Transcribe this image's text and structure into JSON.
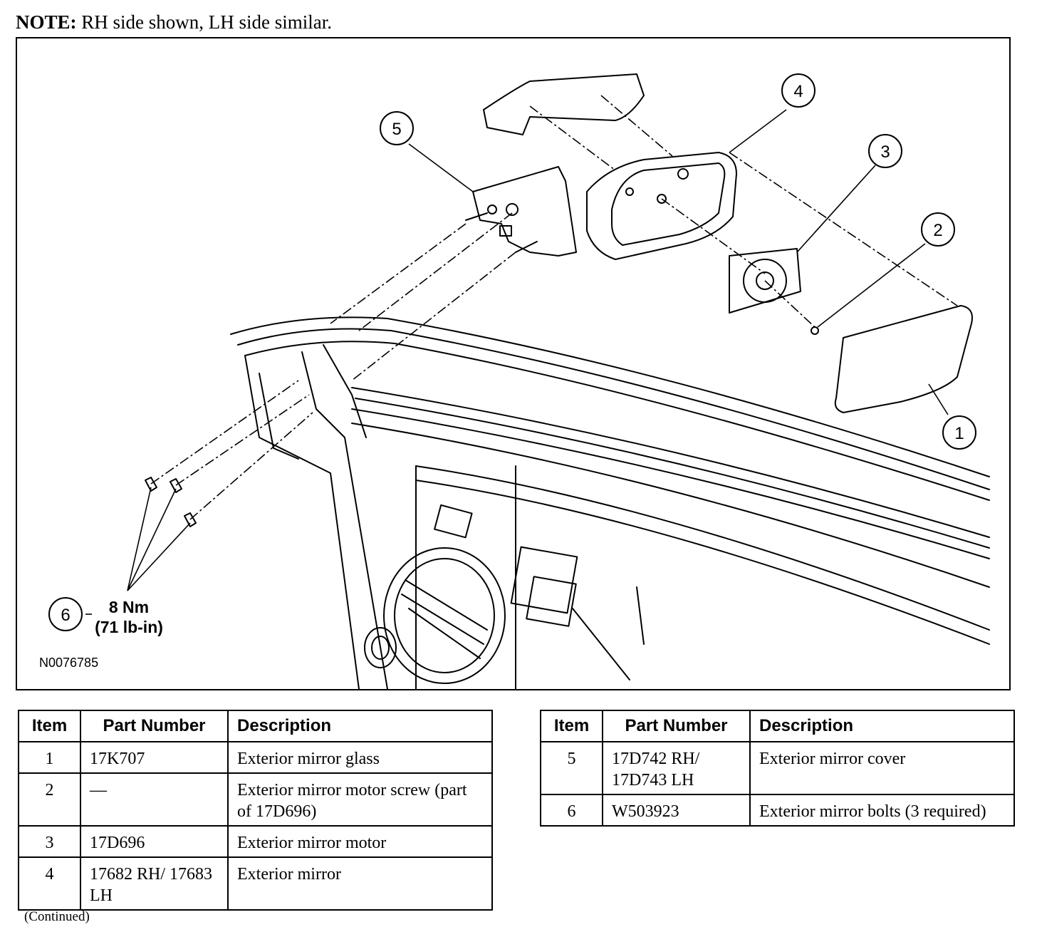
{
  "note": {
    "label": "NOTE:",
    "text": "RH side shown, LH side similar."
  },
  "figure": {
    "id": "N0076785",
    "callouts": [
      "1",
      "2",
      "3",
      "4",
      "5",
      "6"
    ],
    "torque": {
      "value": "8 Nm",
      "imperial": "(71 lb-in)"
    }
  },
  "tables": {
    "headers": {
      "item": "Item",
      "part_number": "Part Number",
      "description": "Description"
    },
    "left": [
      {
        "item": "1",
        "part": "17K707",
        "desc": "Exterior mirror glass"
      },
      {
        "item": "2",
        "part": "—",
        "desc": "Exterior mirror motor screw (part of 17D696)"
      },
      {
        "item": "3",
        "part": "17D696",
        "desc": "Exterior mirror motor"
      },
      {
        "item": "4",
        "part": "17682 RH/ 17683 LH",
        "desc": "Exterior mirror"
      }
    ],
    "right": [
      {
        "item": "5",
        "part": "17D742 RH/ 17D743 LH",
        "desc": "Exterior mirror cover"
      },
      {
        "item": "6",
        "part": "W503923",
        "desc": "Exterior mirror bolts (3 required)"
      }
    ]
  },
  "footer": {
    "continued": "(Continued)"
  }
}
